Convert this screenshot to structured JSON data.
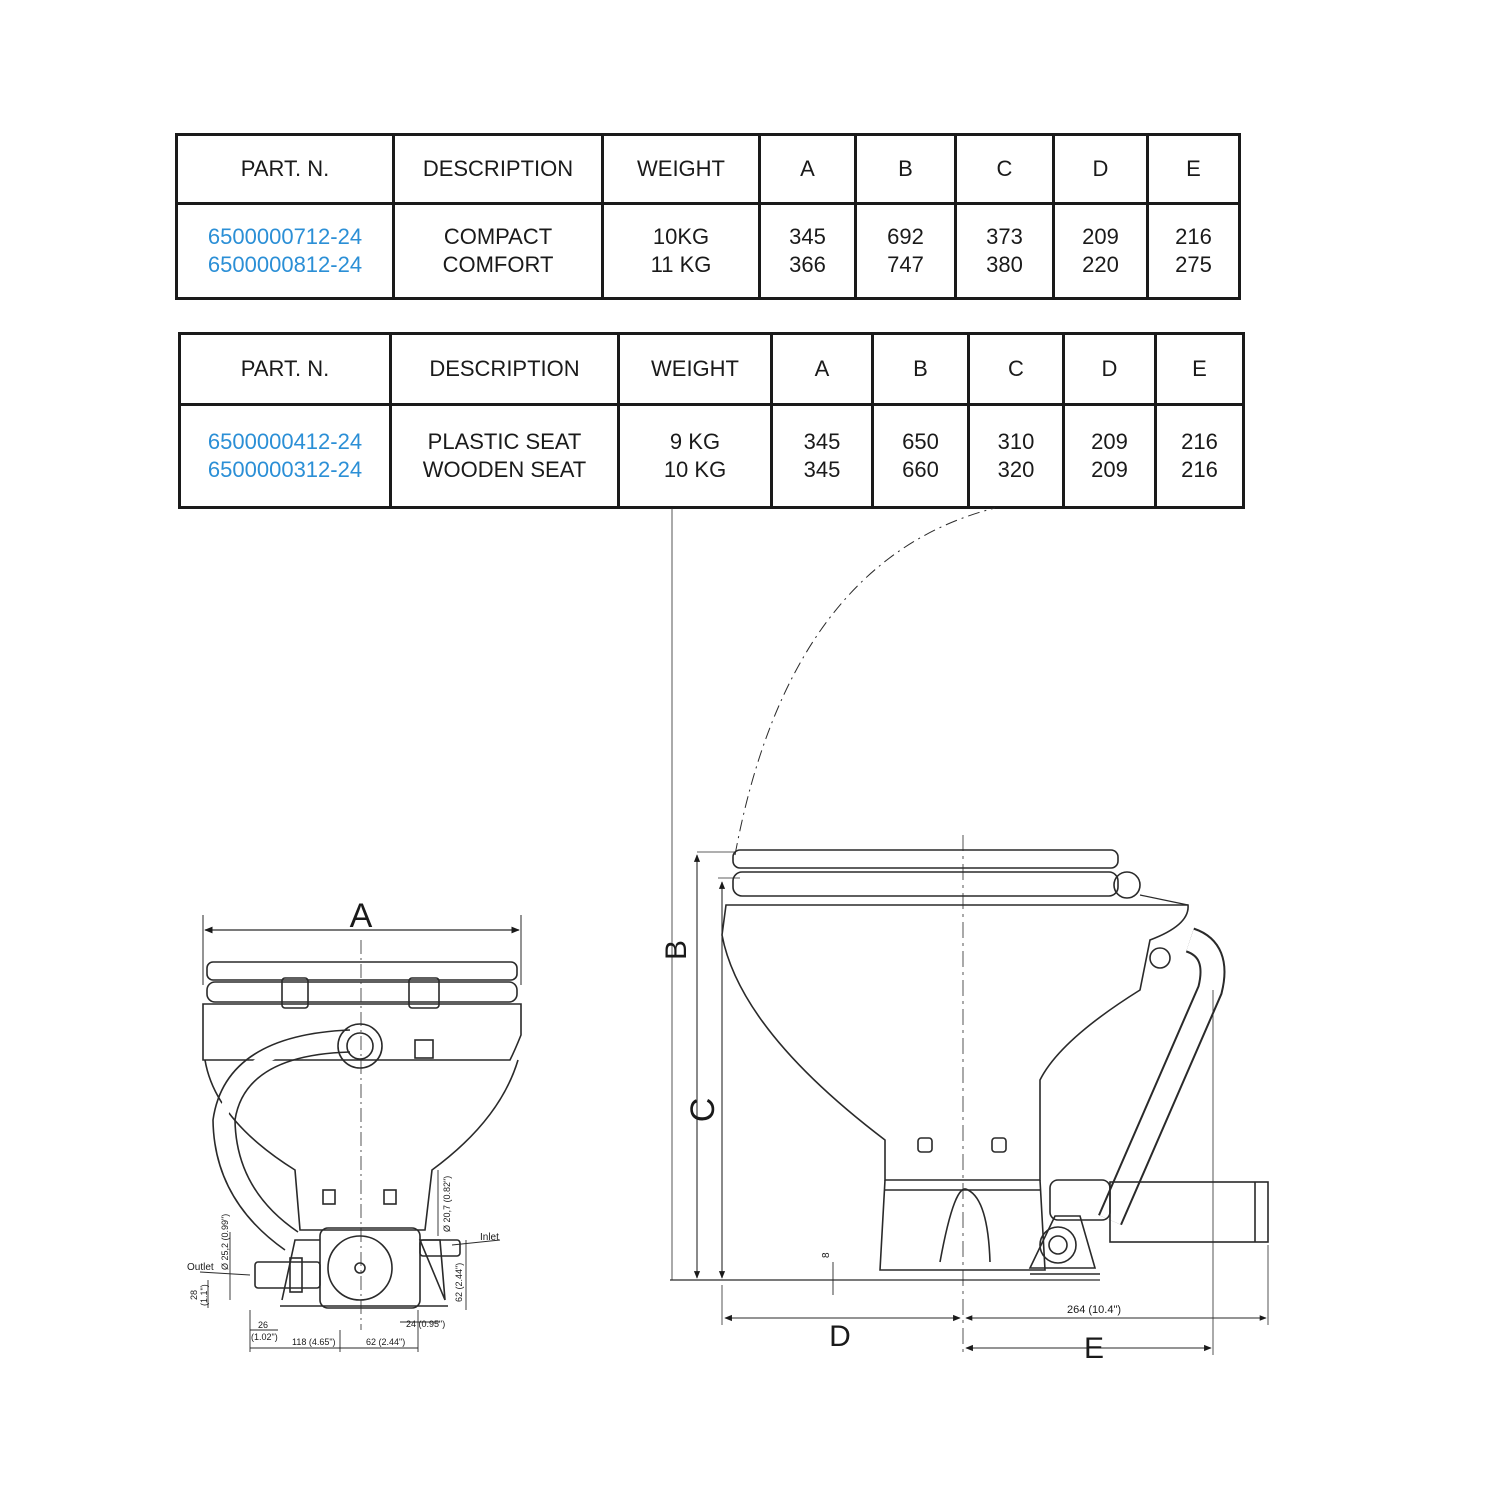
{
  "tables": [
    {
      "headers": [
        "PART. N.",
        "DESCRIPTION",
        "WEIGHT",
        "A",
        "B",
        "C",
        "D",
        "E"
      ],
      "rows": [
        [
          "6500000712-24",
          "COMPACT",
          "10KG",
          "345",
          "692",
          "373",
          "209",
          "216"
        ],
        [
          "6500000812-24",
          "COMFORT",
          "11 KG",
          "366",
          "747",
          "380",
          "220",
          "275"
        ]
      ]
    },
    {
      "headers": [
        "PART. N.",
        "DESCRIPTION",
        "WEIGHT",
        "A",
        "B",
        "C",
        "D",
        "E"
      ],
      "rows": [
        [
          "6500000412-24",
          "PLASTIC SEAT",
          "9 KG",
          "345",
          "650",
          "310",
          "209",
          "216"
        ],
        [
          "6500000312-24",
          "WOODEN SEAT",
          "10 KG",
          "345",
          "660",
          "320",
          "209",
          "216"
        ]
      ]
    }
  ],
  "part_number_color": "#2b8fd6",
  "drawing": {
    "front_view": {
      "dim_A": "A",
      "inlet": "Inlet",
      "outlet": "Outlet",
      "d_inlet": "Ø 20,7 (0.82\")",
      "d_outlet": "Ø 25,2 (0.99\")",
      "h_62": "62 (2.44\")",
      "h_28": "28",
      "h_28_in": "(1.1\")",
      "w_26": "26",
      "w_26_in": "(1.02\")",
      "w_118": "118 (4.65\")",
      "w_62": "62 (2.44\")",
      "w_24": "24 (0.95\")"
    },
    "side_view": {
      "dim_B": "B",
      "dim_C": "C",
      "dim_D": "D",
      "dim_E": "E",
      "dim_8": "8",
      "dim_264": "264 (10.4\")"
    }
  }
}
